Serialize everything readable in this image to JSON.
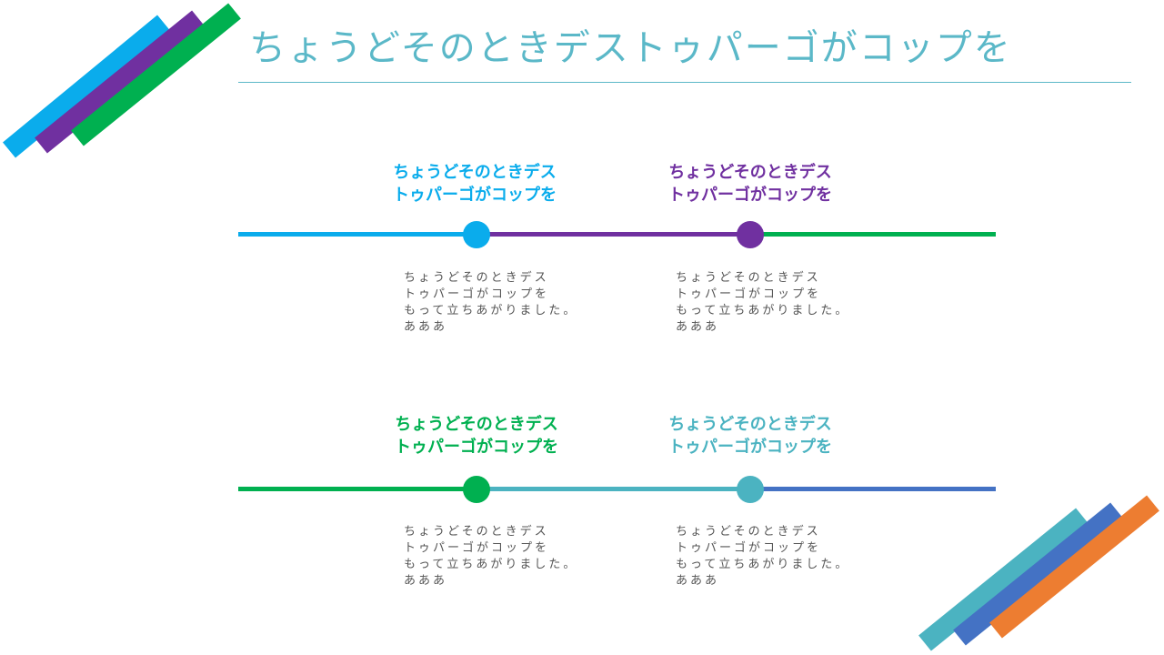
{
  "title": "ちょうどそのときデストゥパーゴがコップを",
  "colors": {
    "blue": "#0aacec",
    "purple": "#7030a0",
    "green": "#00b050",
    "teal": "#4bb3c1",
    "indigo": "#4472c4",
    "orange": "#ed7d31"
  },
  "milestones": [
    {
      "heading": [
        "ちょうどそのときデス",
        "トゥパーゴがコップを"
      ],
      "body": [
        "ちょうどそのときデス",
        "トゥパーゴがコップを",
        "もって立ちあがりました。",
        "あああ"
      ]
    },
    {
      "heading": [
        "ちょうどそのときデス",
        "トゥパーゴがコップを"
      ],
      "body": [
        "ちょうどそのときデス",
        "トゥパーゴがコップを",
        "もって立ちあがりました。",
        "あああ"
      ]
    },
    {
      "heading": [
        "ちょうどそのときデス",
        "トゥパーゴがコップを"
      ],
      "body": [
        "ちょうどそのときデス",
        "トゥパーゴがコップを",
        "もって立ちあがりました。",
        "あああ"
      ]
    },
    {
      "heading": [
        "ちょうどそのときデス",
        "トゥパーゴがコップを"
      ],
      "body": [
        "ちょうどそのときデス",
        "トゥパーゴがコップを",
        "もって立ちあがりました。",
        "あああ"
      ]
    }
  ]
}
